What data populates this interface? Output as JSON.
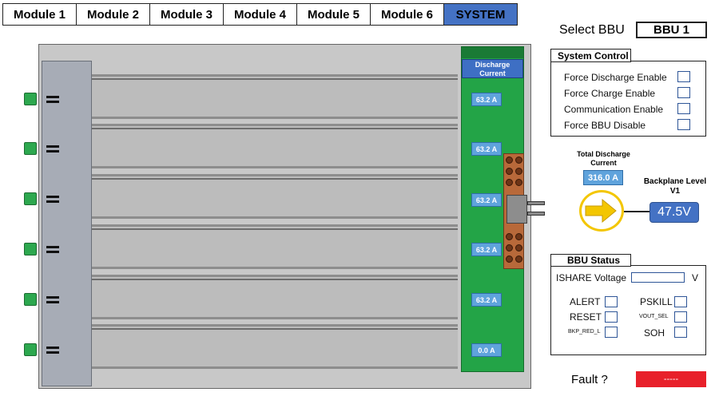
{
  "tabs": [
    {
      "label": "Module 1"
    },
    {
      "label": "Module 2"
    },
    {
      "label": "Module 3"
    },
    {
      "label": "Module 4"
    },
    {
      "label": "Module 5"
    },
    {
      "label": "Module 6"
    },
    {
      "label": "SYSTEM"
    }
  ],
  "active_tab": "SYSTEM",
  "bbu_select": {
    "label": "Select BBU",
    "value": "BBU 1"
  },
  "system_control": {
    "title": "System Control",
    "items": [
      {
        "label": "Force Discharge Enable",
        "checked": false
      },
      {
        "label": "Force Charge Enable",
        "checked": false
      },
      {
        "label": "Communication Enable",
        "checked": false
      },
      {
        "label": "Force BBU Disable",
        "checked": false
      }
    ]
  },
  "rack": {
    "header": "Discharge Current",
    "module_currents": [
      "63.2 A",
      "63.2 A",
      "63.2 A",
      "63.2 A",
      "63.2 A",
      "0.0 A"
    ]
  },
  "total_discharge": {
    "label": "Total Discharge Current",
    "value": "316.0 A"
  },
  "backplane": {
    "label": "Backplane Level V1",
    "value": "47.5V"
  },
  "bbu_status": {
    "title": "BBU Status",
    "ishare_label": "ISHARE Voltage",
    "ishare_value": "",
    "ishare_unit": "V",
    "left_flags": [
      "ALERT",
      "RESET",
      "BKP_RED_L"
    ],
    "right_flags": [
      "PSKILL",
      "VOUT_SEL",
      "SOH"
    ]
  },
  "fault": {
    "label": "Fault ?",
    "value": "-----"
  },
  "colors": {
    "accent": "#4472c4",
    "pcb": "#23a447",
    "value_box": "#5fa3dc",
    "fault": "#e8202a",
    "arrow": "#f3c600"
  }
}
